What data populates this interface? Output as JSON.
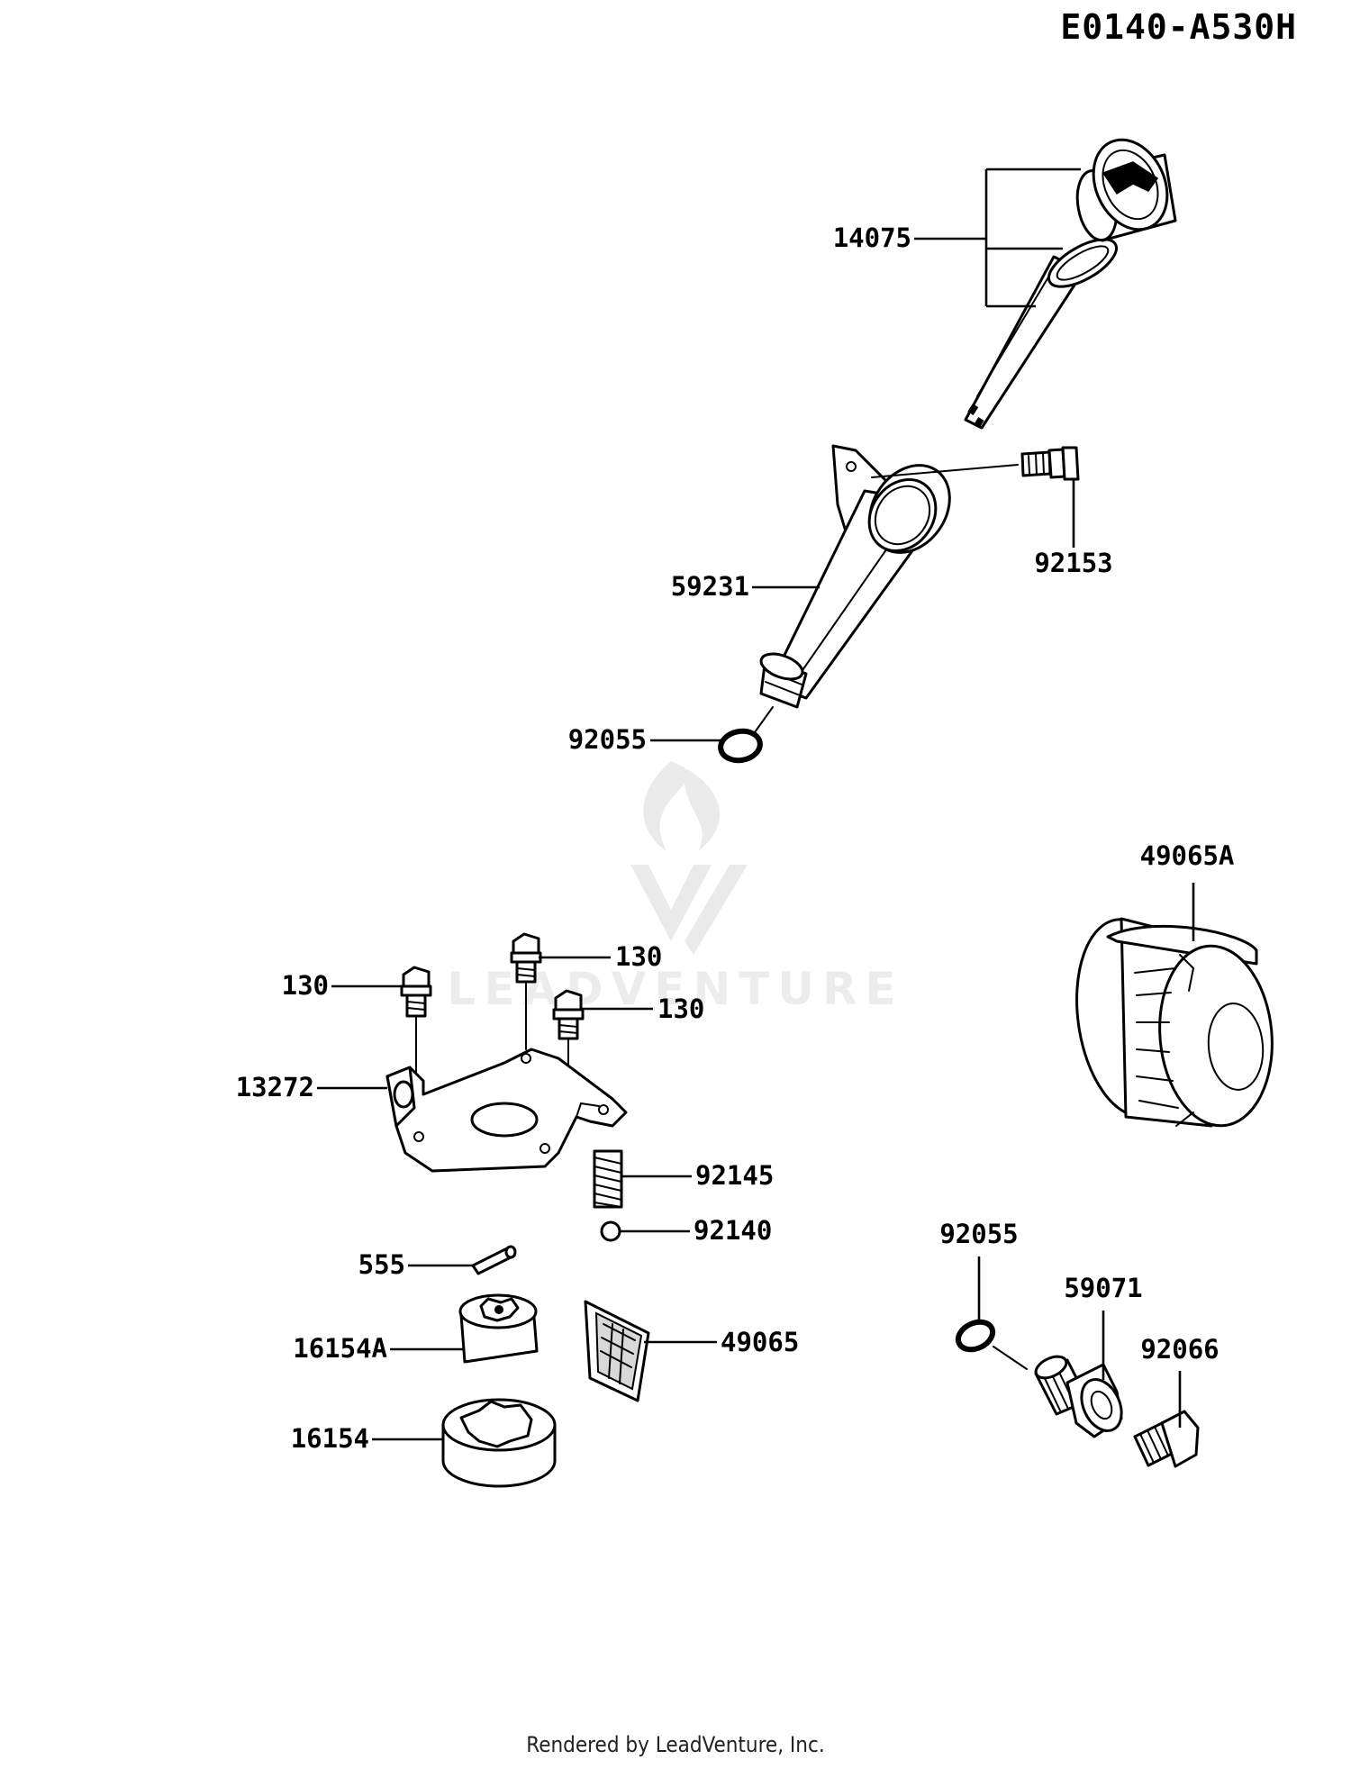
{
  "diagram_code": "E0140-A530H",
  "footer": "Rendered by LeadVenture, Inc.",
  "watermark": "LEADVENTURE",
  "parts": {
    "dipstick": "14075",
    "bolt_upper": "92153",
    "filler_tube": "59231",
    "o_ring_tube": "92055",
    "oil_filter": "49065A",
    "bolt_mid": "130",
    "bolt_left": "130",
    "bolt_right": "130",
    "pump_cover": "13272",
    "spring": "92145",
    "ball": "92140",
    "pin": "555",
    "inner_rotor": "16154A",
    "screen": "49065",
    "outer_rotor": "16154",
    "o_ring_fitting": "92055",
    "fitting": "59071",
    "plug": "92066"
  }
}
